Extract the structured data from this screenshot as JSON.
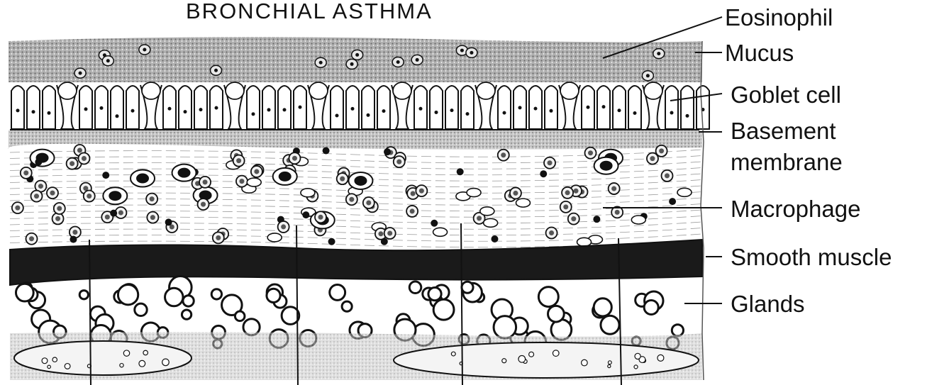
{
  "title": "BRONCHIAL ASTHMA",
  "labels": {
    "eosinophil": "Eosinophil",
    "mucus": "Mucus",
    "goblet_cell": "Goblet cell",
    "basement_membrane_line1": "Basement",
    "basement_membrane_line2": "membrane",
    "macrophage": "Macrophage",
    "smooth_muscle": "Smooth muscle",
    "glands": "Glands"
  },
  "colors": {
    "ink": "#111111",
    "mucus_fill": "#9a9a9a",
    "muscle_fill": "#1a1a1a",
    "paper": "#ffffff"
  }
}
